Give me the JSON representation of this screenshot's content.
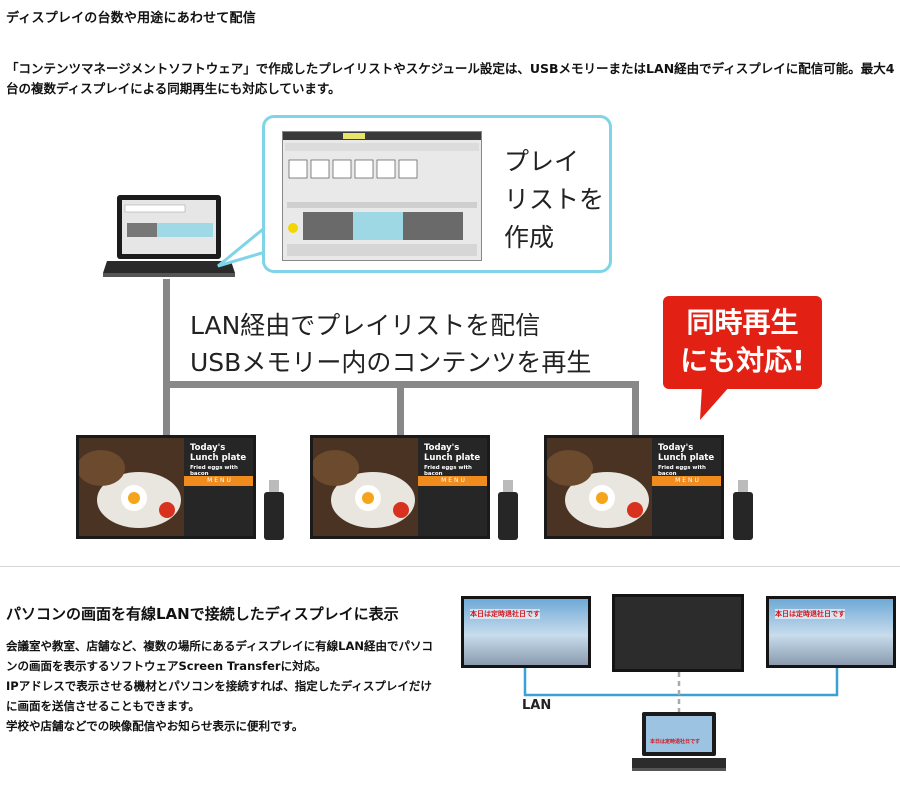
{
  "section1": {
    "title": "ディスプレイの台数や用途にあわせて配信",
    "description": "「コンテンツマネージメントソフトウェア」で作成したプレイリストやスケジュール設定は、USBメモリーまたはLAN経由でディスプレイに配信可能。最大4台の複数ディスプレイによる同期再生にも対応しています。"
  },
  "diagram1": {
    "bubble_text": [
      "プレイ",
      "リストを",
      "作成"
    ],
    "lan_line1": "LAN経由でプレイリストを配信",
    "lan_line2": "USBメモリー内のコンテンツを再生",
    "badge_line1": "同時再生",
    "badge_line2": "にも対応!",
    "badge_color": "#e22114",
    "callout_border_color": "#7fd4e8",
    "display_content": {
      "heading_line1": "Today's",
      "heading_line2": "Lunch plate",
      "subheading": "Fried eggs with bacon",
      "menu_label": "MENU",
      "accent_color": "#f08c1e"
    }
  },
  "section2": {
    "title": "パソコンの画面を有線LANで接続したディスプレイに表示",
    "paragraph1": "会議室や教室、店舗など、複数の場所にあるディスプレイに有線LAN経由でパソコンの画面を表示するソフトウェアScreen Transferに対応。",
    "paragraph2": "IPアドレスで表示させる機材とパソコンを接続すれば、指定したディスプレイだけに画面を送信させることもできます。",
    "paragraph3": "学校や店舗などでの映像配信やお知らせ表示に便利です。"
  },
  "diagram2": {
    "screen_message": "本日は定時退社日です",
    "lan_label": "LAN",
    "line_color": "#3aa0d6"
  }
}
